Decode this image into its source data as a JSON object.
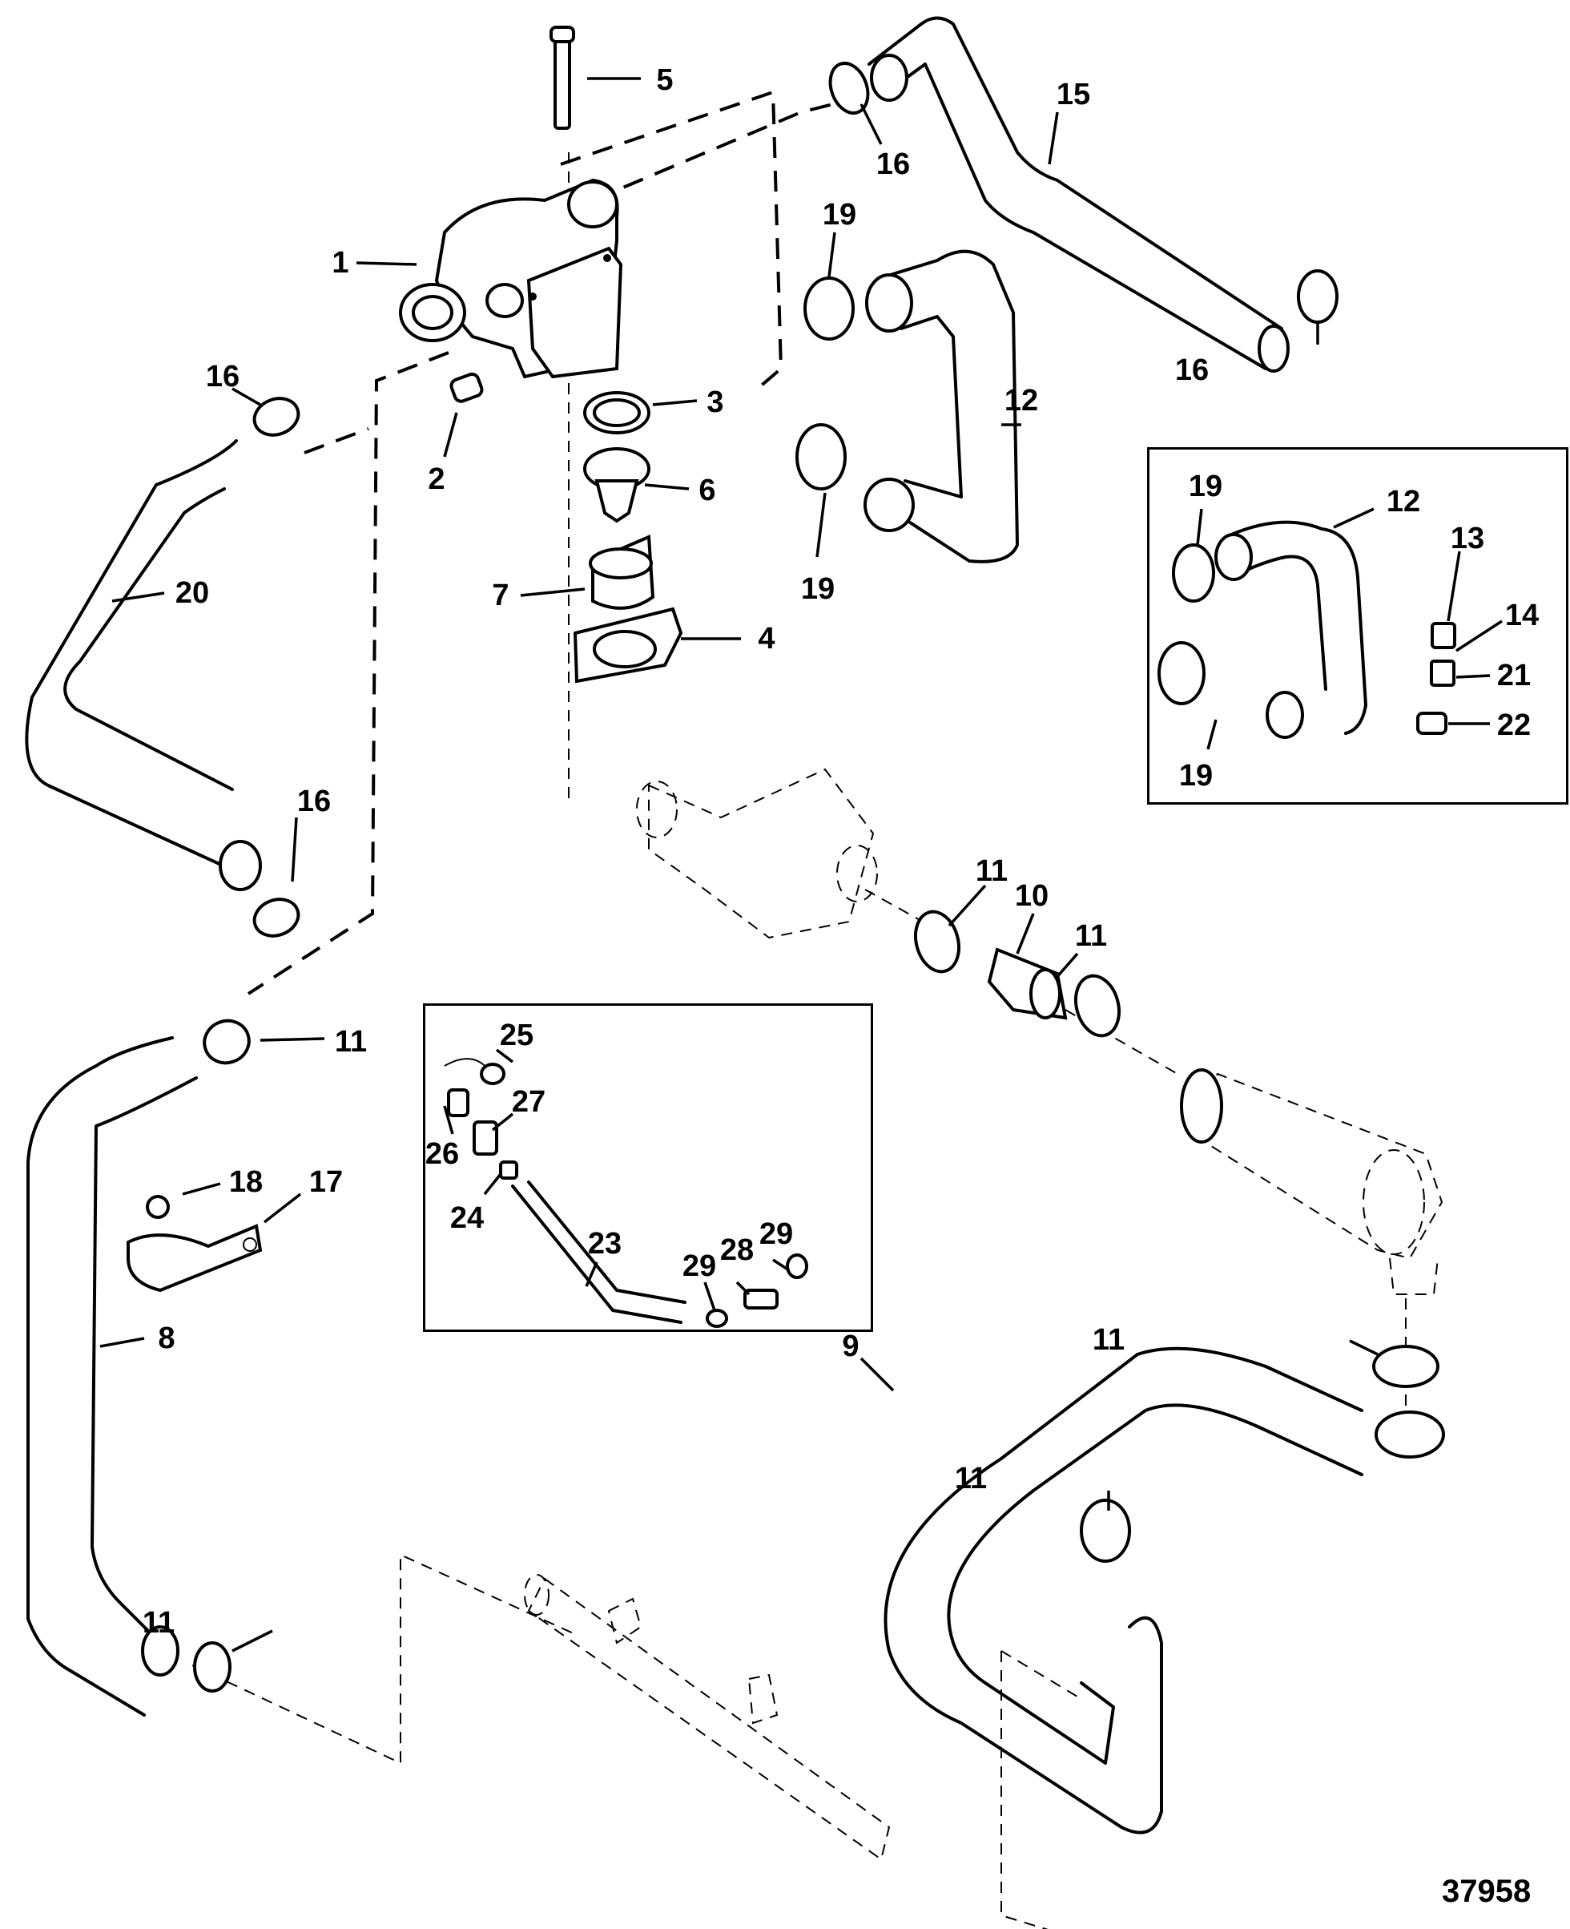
{
  "figure_number": "37958",
  "callouts": [
    {
      "id": "c5",
      "text": "5"
    },
    {
      "id": "c1",
      "text": "1"
    },
    {
      "id": "c16a",
      "text": "16"
    },
    {
      "id": "c15",
      "text": "15"
    },
    {
      "id": "c19a",
      "text": "19"
    },
    {
      "id": "c16b",
      "text": "16"
    },
    {
      "id": "c12a",
      "text": "12"
    },
    {
      "id": "c3",
      "text": "3"
    },
    {
      "id": "c2",
      "text": "2"
    },
    {
      "id": "c6",
      "text": "6"
    },
    {
      "id": "c19b",
      "text": "19"
    },
    {
      "id": "c7",
      "text": "7"
    },
    {
      "id": "c4",
      "text": "4"
    },
    {
      "id": "c16c",
      "text": "16"
    },
    {
      "id": "c20",
      "text": "20"
    },
    {
      "id": "c16d",
      "text": "16"
    },
    {
      "id": "c11a",
      "text": "11"
    },
    {
      "id": "c10",
      "text": "10"
    },
    {
      "id": "c11b",
      "text": "11"
    },
    {
      "id": "c11c",
      "text": "11"
    },
    {
      "id": "c18",
      "text": "18"
    },
    {
      "id": "c17",
      "text": "17"
    },
    {
      "id": "c8",
      "text": "8"
    },
    {
      "id": "c9",
      "text": "9"
    },
    {
      "id": "c11d",
      "text": "11"
    },
    {
      "id": "c11e",
      "text": "11"
    },
    {
      "id": "c11f",
      "text": "11"
    }
  ],
  "inset_thermostat_housing": {
    "callouts": [
      {
        "id": "i19a",
        "text": "19"
      },
      {
        "id": "i12",
        "text": "12"
      },
      {
        "id": "i13",
        "text": "13"
      },
      {
        "id": "i14",
        "text": "14"
      },
      {
        "id": "i21",
        "text": "21"
      },
      {
        "id": "i22",
        "text": "22"
      },
      {
        "id": "i19b",
        "text": "19"
      }
    ]
  },
  "inset_drain": {
    "callouts": [
      {
        "id": "d25",
        "text": "25"
      },
      {
        "id": "d27",
        "text": "27"
      },
      {
        "id": "d26",
        "text": "26"
      },
      {
        "id": "d24",
        "text": "24"
      },
      {
        "id": "d23",
        "text": "23"
      },
      {
        "id": "d29a",
        "text": "29"
      },
      {
        "id": "d28",
        "text": "28"
      },
      {
        "id": "d29b",
        "text": "29"
      }
    ]
  }
}
